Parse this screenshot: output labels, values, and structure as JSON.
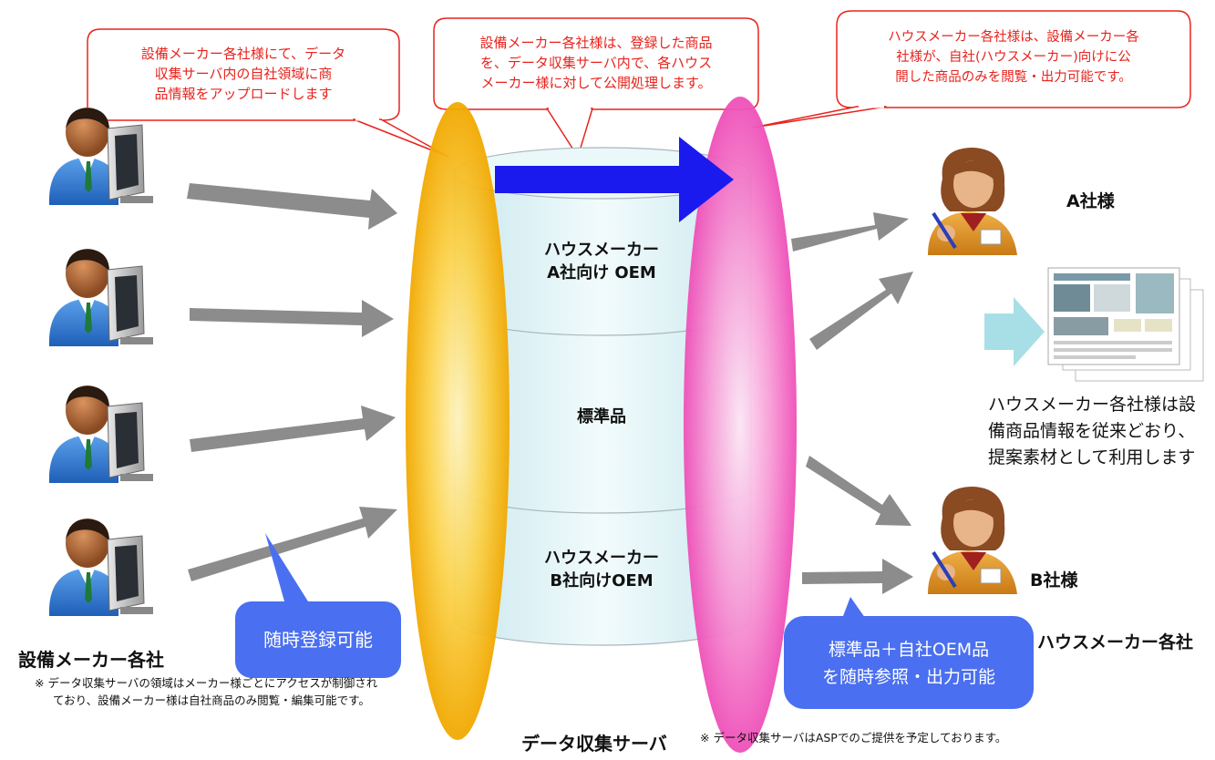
{
  "colors": {
    "callout_border": "#e8231d",
    "callout_text": "#e8231d",
    "gray_arrow": "#8c8c8c",
    "blue_arrow": "#1a1aee",
    "bubble": "#4a6ff0",
    "yellow_band": "#f6b81a",
    "pink_band": "#f27ac8",
    "cylinder": "#dff3f6"
  },
  "callouts": {
    "left": [
      "設備メーカー各社様にて、データ",
      "収集サーバ内の自社領域に商",
      "品情報をアップロードします"
    ],
    "middle": [
      "設備メーカー各社様は、登録した商品",
      "を、データ収集サーバ内で、各ハウス",
      "メーカー様に対して公開処理します。"
    ],
    "right": [
      "ハウスメーカー各社様は、設備メーカー各",
      "社様が、自社(ハウスメーカー)向けに公",
      "開した商品のみを閲覧・出力可能です。"
    ]
  },
  "database": {
    "segment_a": [
      "ハウスメーカー",
      "A社向け OEM"
    ],
    "segment_std": "標準品",
    "segment_b": [
      "ハウスメーカー",
      "B社向けOEM"
    ],
    "caption": "データ収集サーバ"
  },
  "left_group": {
    "label": "設備メーカー各社",
    "note": [
      "※  データ収集サーバの領域はメーカー様ごとにアクセスが制御され",
      "ており、設備メーカー様は自社商品のみ閲覧・編集可能です。"
    ]
  },
  "bubbles": {
    "left": "随時登録可能",
    "right": [
      "標準品＋自社OEM品",
      "を随時参照・出力可能"
    ]
  },
  "right_group": {
    "company_a": "A社様",
    "company_b": "B社様",
    "label": "ハウスメーカー各社",
    "description": [
      "ハウスメーカー各社様は設",
      "備商品情報を従来どおり、",
      "提案素材として利用します"
    ]
  },
  "footer_note": "※  データ収集サーバはASPでのご提供を予定しております。",
  "icons": {
    "manufacturer_user": "computer-user-icon",
    "housemaker_user": "businesswoman-icon",
    "catalog": "catalog-document-icon"
  }
}
